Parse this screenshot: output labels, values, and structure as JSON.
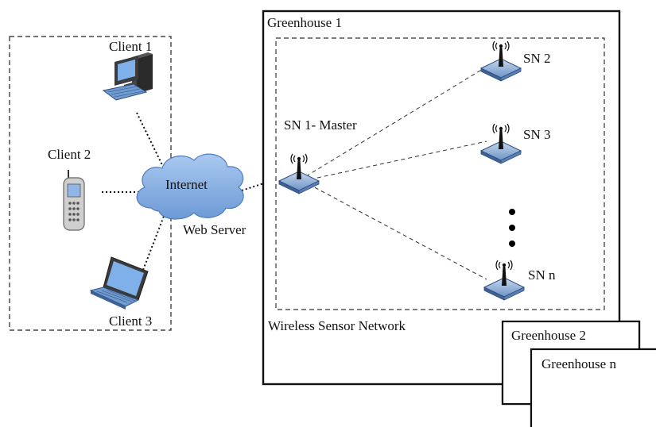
{
  "clients": {
    "client1": "Client 1",
    "client2": "Client 2",
    "client3": "Client 3"
  },
  "cloud": {
    "label": "Internet"
  },
  "web_server": "Web Server",
  "greenhouses": {
    "gh1": "Greenhouse 1",
    "gh2": "Greenhouse 2",
    "ghn": "Greenhouse n"
  },
  "nodes": {
    "master": "SN 1- Master",
    "sn2": "SN 2",
    "sn3": "SN 3",
    "snn": "SN n"
  },
  "wsn_label": "Wireless Sensor Network",
  "icons": {
    "client1": "desktop-computer-icon",
    "client2": "mobile-phone-icon",
    "client3": "laptop-icon",
    "internet": "cloud-icon",
    "sensor_node": "sensor-node-antenna-icon"
  },
  "colors": {
    "device_blue": "#6f9bd1",
    "cloud_blue": "#8fb6e6",
    "line": "#111111"
  }
}
